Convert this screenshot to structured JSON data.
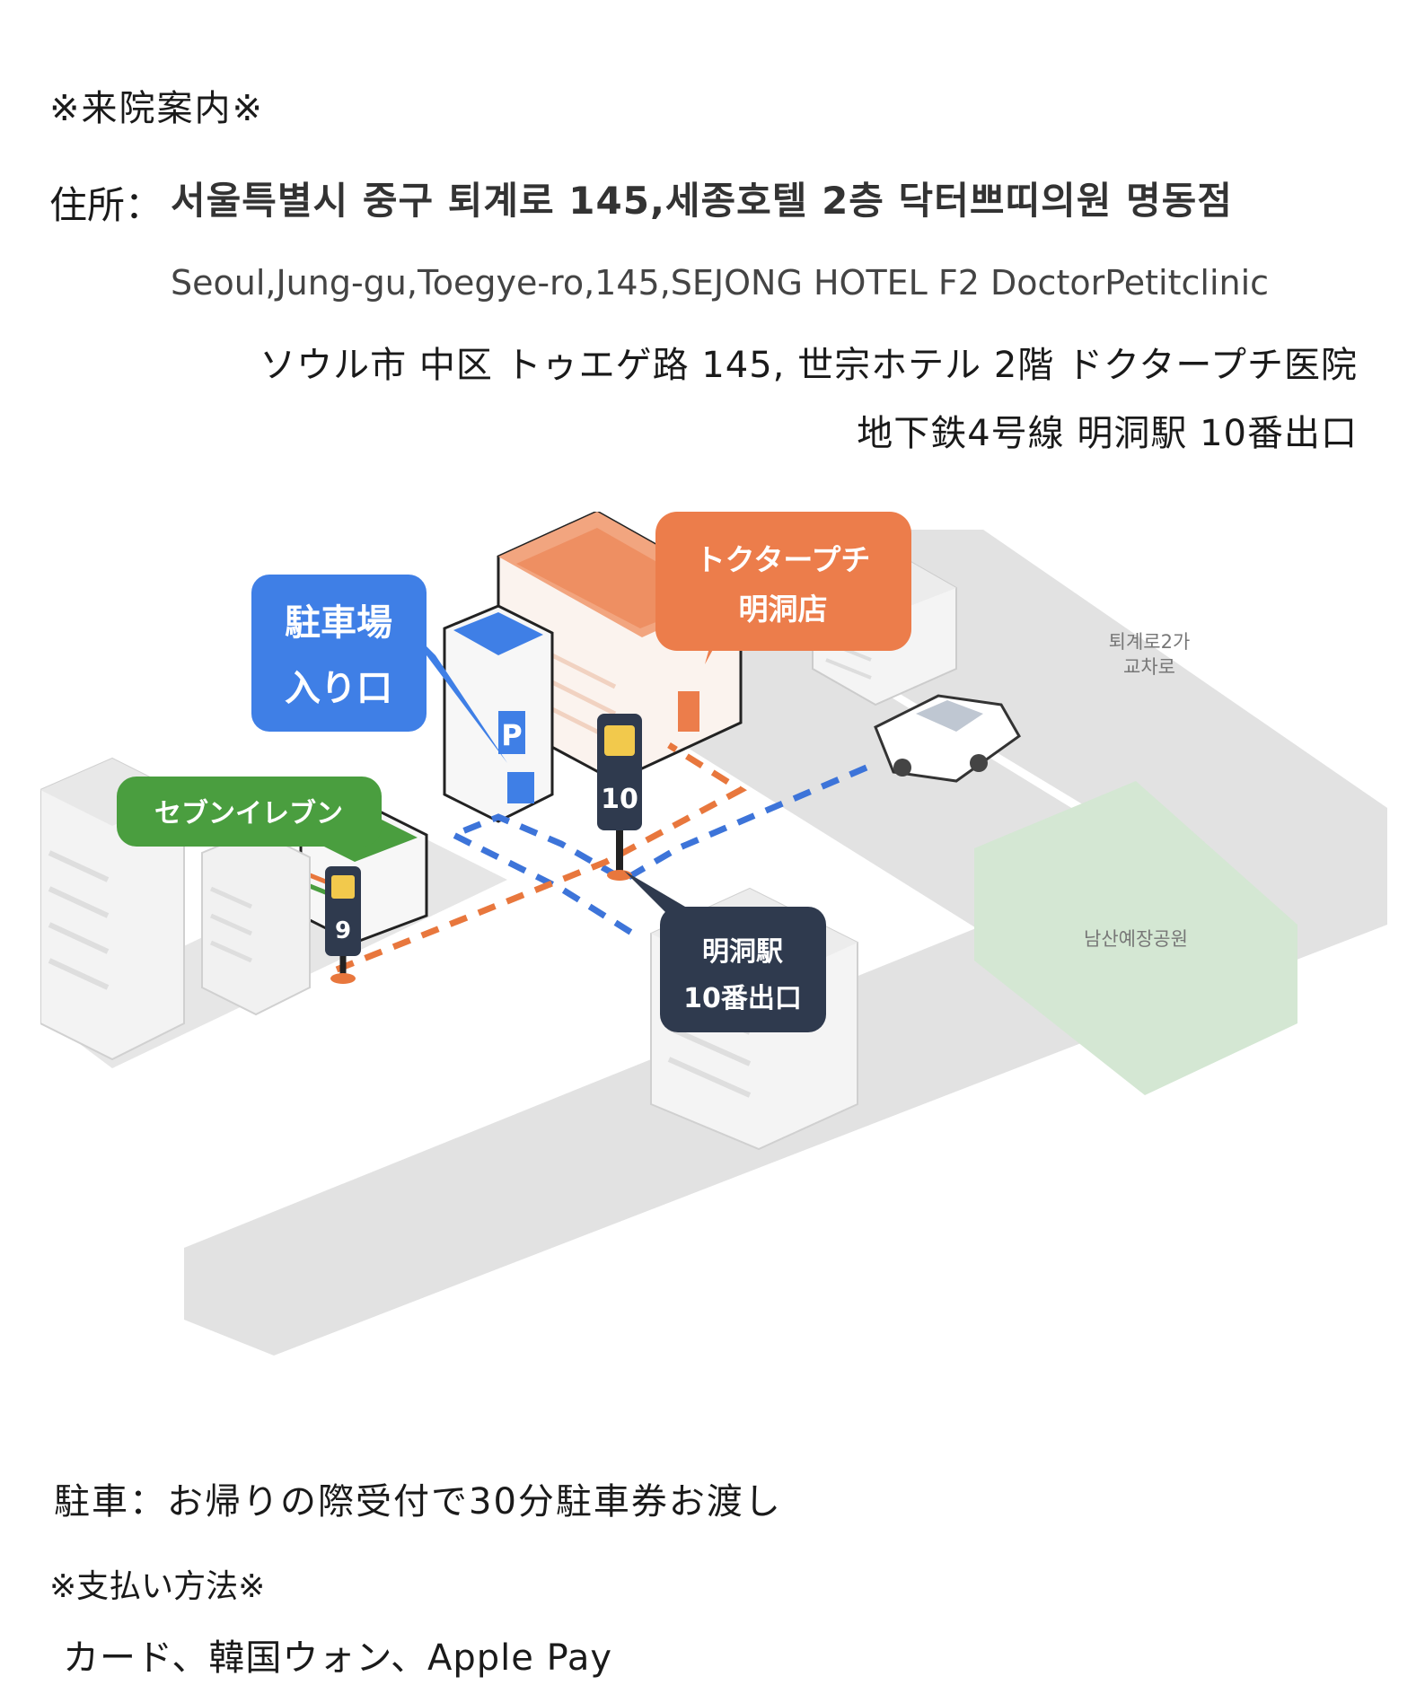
{
  "header": "※来院案内※",
  "address": {
    "label": "住所：",
    "korean": "서울특별시 중구 퇴계로 145,세종호텔 2층 닥터쁘띠의원 명동점",
    "english": "Seoul,Jung-gu,Toegye-ro,145,SEJONG HOTEL F2 DoctorPetitclinic",
    "japanese": "ソウル市 中区 トゥエゲ路 145, 世宗ホテル 2階 ドクタープチ医院",
    "station": "地下鉄4号線 明洞駅 10番出口"
  },
  "map": {
    "clinic_label_line1": "トクタープチ",
    "clinic_label_line2": "明洞店",
    "parking_label_line1": "駐車場",
    "parking_label_line2": "入り口",
    "parking_sign": "P",
    "seven_eleven_label": "セブンイレブン",
    "bus_stop_10": "10",
    "bus_stop_9": "9",
    "station_label_line1": "明洞駅",
    "station_label_line2": "10番出口",
    "intersection_line1": "퇴계로2가",
    "intersection_line2": "교차로",
    "park_label": "남산예장공원",
    "colors": {
      "clinic": "#ec7d4b",
      "parking": "#3f7fe6",
      "seven_eleven": "#4a9e3f",
      "station": "#2f3a4e",
      "park": "#d4e7d3",
      "road": "#e2e2e2",
      "route_walk": "#e8773d",
      "route_car": "#3d74d9"
    }
  },
  "parking_info": "駐車：お帰りの際受付で30分駐車券お渡し",
  "payment": {
    "header": "※支払い方法※",
    "methods": "カード、韓国ウォン、Apple Pay"
  }
}
